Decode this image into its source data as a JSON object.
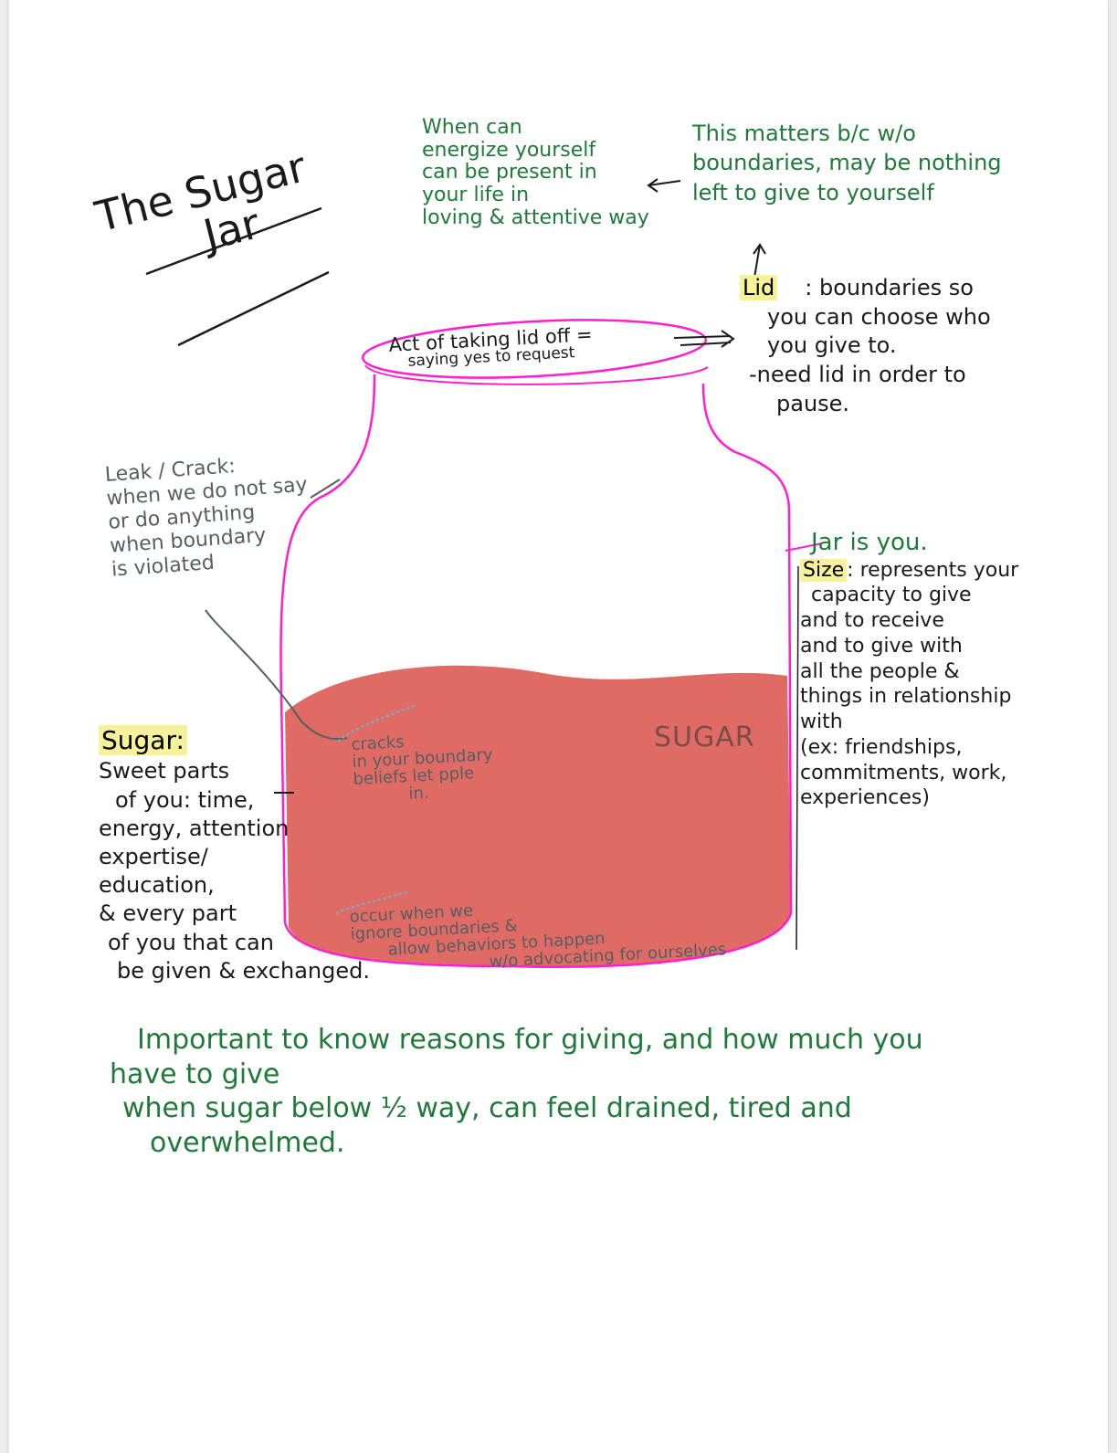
{
  "colors": {
    "jar_outline": "#ff1fd0",
    "sugar_fill": "#e06a64",
    "ink_green": "#1f7a3a",
    "ink_black": "#1a1a1a",
    "ink_gray": "#555f63",
    "highlight": "#f6f29a",
    "crack_blue": "#6fb3d6"
  },
  "title": {
    "line1": "The Sugar",
    "line2": "Jar"
  },
  "energize": {
    "lines": [
      "When can",
      "energize yourself",
      "can be present in",
      "your life in",
      "loving & attentive way"
    ]
  },
  "matters": {
    "lines": [
      "This matters b/c w/o",
      "boundaries, may be nothing",
      "left to give to yourself"
    ]
  },
  "lid_note": {
    "label": "Lid",
    "lines": [
      ": boundaries so",
      "you can choose who",
      "you give to.",
      "-need lid in order to",
      "pause."
    ]
  },
  "lid_text": {
    "line1": "Act of taking lid off =",
    "line2": "saying yes to request"
  },
  "leak": {
    "lines": [
      "Leak / Crack:",
      "when we do not say",
      "or do anything",
      "when boundary",
      "is violated"
    ]
  },
  "jar_note": {
    "label": "Jar is you.",
    "size_label": "Size",
    "lines": [
      ": represents your",
      "capacity to give",
      "and to receive",
      "and to give with",
      "all the people &",
      "things in relationship",
      "with",
      "(ex: friendships,",
      "commitments, work,",
      "experiences)"
    ]
  },
  "sugar_note": {
    "label": "Sugar:",
    "lines": [
      "Sweet parts",
      "of you: time,",
      "energy, attention",
      "expertise/",
      "education,",
      "& every part",
      "of you that can",
      "be given & exchanged."
    ]
  },
  "cracks_note": {
    "lines": [
      "cracks",
      "in your boundary",
      "beliefs let pple",
      "in."
    ]
  },
  "occur_note": {
    "lines": [
      "occur when we",
      "ignore boundaries &",
      "allow behaviors to happen",
      "w/o advocating for ourselves"
    ]
  },
  "sugar_label": "SUGAR",
  "bottom": {
    "lines": [
      "Important to know reasons for giving, and how much you",
      "have to give",
      "when sugar below ½ way, can feel drained, tired and",
      "overwhelmed."
    ]
  }
}
